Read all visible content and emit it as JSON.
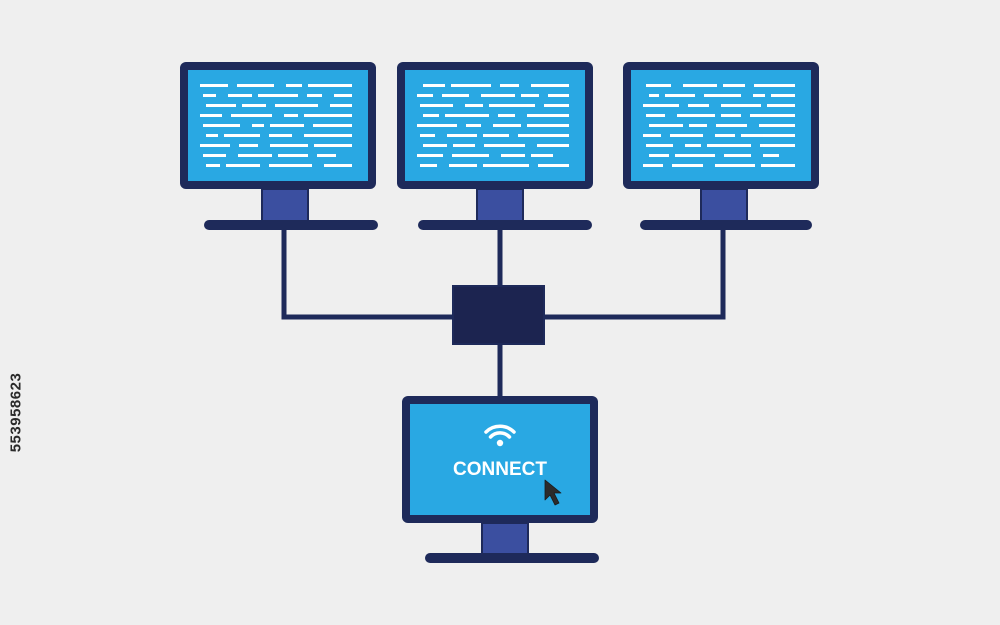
{
  "colors": {
    "background": "#efefef",
    "frame": "#1e2a5a",
    "screen": "#29a8e3",
    "stand": "#3b4fa0",
    "hub": "#1c2450",
    "cable": "#1e2a5a",
    "text_lines": "#ffffff",
    "cursor": "#2b2b2b"
  },
  "top_monitors": [
    {
      "name": "monitor-left"
    },
    {
      "name": "monitor-center"
    },
    {
      "name": "monitor-right"
    }
  ],
  "hub": {
    "name": "network-switch"
  },
  "client": {
    "connect_label": "CONNECT",
    "wifi_icon": "wifi-icon",
    "cursor_icon": "cursor-arrow-icon"
  },
  "stock_id": "553958623"
}
